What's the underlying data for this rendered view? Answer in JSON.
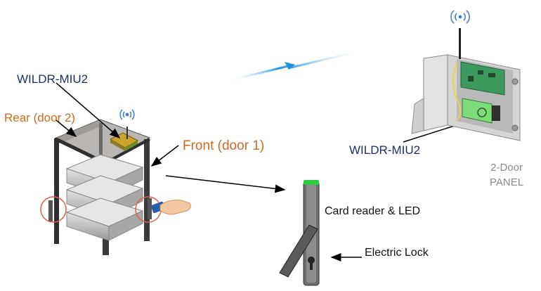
{
  "labels": {
    "miu_top": "WILDR-MIU2",
    "rear_door": "Rear (door 2)",
    "front_door": "Front (door 1)",
    "miu_panel": "WILDR-MIU2",
    "panel_line1": "2-Door",
    "panel_line2": "PANEL",
    "card_reader": "Card reader & LED",
    "electric_lock": "Electric Lock"
  },
  "icons": {
    "wireless_top": "wireless-antenna-icon",
    "wireless_panel": "wireless-antenna-icon",
    "radio_link": "lightning-link-icon",
    "hand": "hand-with-card-icon"
  },
  "colors": {
    "navy_label": "#1f2d6b",
    "orange_label": "#d2691e",
    "led_green": "#2ecc40",
    "board_green": "#3c9a5f",
    "link_blue": "#1f8fe0",
    "highlight_circle": "#e0604a"
  }
}
